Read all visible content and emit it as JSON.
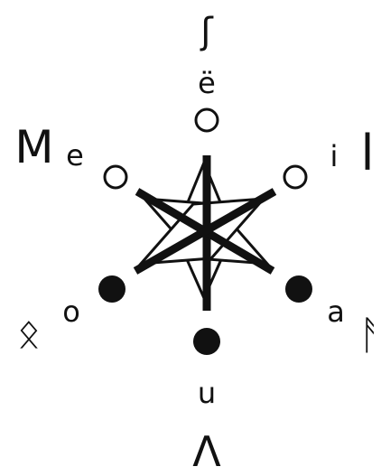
{
  "colors": {
    "ink": "#111111",
    "background": "#ffffff",
    "open_node": "#ffffff"
  },
  "nodes": {
    "top": {
      "vowel": "ë",
      "rune": "ʃ",
      "marker": "open"
    },
    "upper_left": {
      "vowel": "e",
      "rune": "M",
      "marker": "open"
    },
    "upper_right": {
      "vowel": "i",
      "rune": "l",
      "marker": "open"
    },
    "lower_left": {
      "vowel": "o",
      "rune": "ᛟ",
      "marker": "filled"
    },
    "lower_right": {
      "vowel": "a",
      "rune": "ᚨ",
      "marker": "filled"
    },
    "bottom": {
      "vowel": "u",
      "rune": "Λ",
      "marker": "filled"
    }
  }
}
